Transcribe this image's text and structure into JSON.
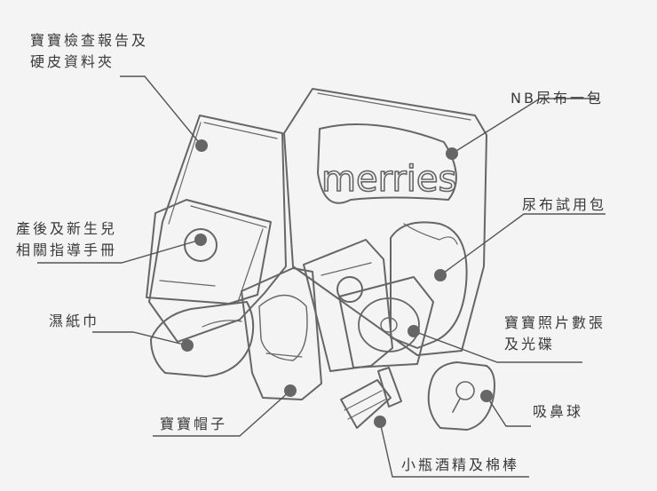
{
  "labels": {
    "checkup_report": {
      "line1": "寶寶檢查報告及",
      "line2": "硬皮資料夾"
    },
    "nb_diapers": "NB尿布一包",
    "diaper_sample": "尿布試用包",
    "guide_handbook": {
      "line1": "產後及新生兒",
      "line2": "相關指導手冊"
    },
    "wet_wipes": "濕紙巾",
    "photos_cd": {
      "line1": "寶寶照片數張",
      "line2": "及光碟"
    },
    "baby_hat": "寶寶帽子",
    "nasal_aspirator": "吸鼻球",
    "alcohol_swabs": "小瓶酒精及棉棒"
  },
  "package_brand": "merries",
  "colors": {
    "line": "#555555",
    "dot": "#666666",
    "text": "#3a3a3a",
    "background": "#f4f4f4"
  }
}
